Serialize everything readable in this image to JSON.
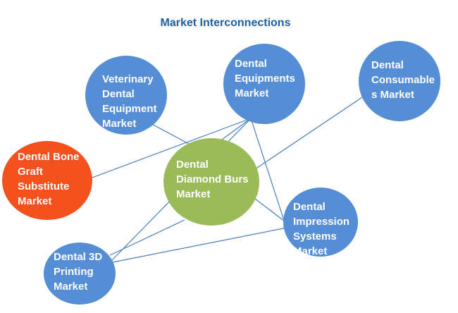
{
  "title": "Market Interconnections",
  "colors": {
    "title": "#1f5f9e",
    "blue_node": "#558ed5",
    "center_node": "#9bbb59",
    "orange_node": "#f4511e",
    "link": "#4a7ebf"
  },
  "nodes": {
    "veterinary": {
      "label": "Veterinary\nDental\nEquipment\nMarket"
    },
    "equipments": {
      "label": "Dental\nEquipments\nMarket"
    },
    "consumables": {
      "label": "Dental\nConsumable\ns Market"
    },
    "bone_graft": {
      "label": "Dental Bone\nGraft\nSubstitute\nMarket"
    },
    "diamond_burs": {
      "label": "Dental\nDiamond Burs\nMarket"
    },
    "impression": {
      "label": "Dental\nImpression\nSystems\nMarket"
    },
    "printing": {
      "label": "Dental 3D\nPrinting\nMarket"
    }
  },
  "links": [
    {
      "from": "veterinary",
      "to": "diamond_burs"
    },
    {
      "from": "equipments",
      "to": "bone_graft"
    },
    {
      "from": "equipments",
      "to": "diamond_burs"
    },
    {
      "from": "equipments",
      "to": "impression"
    },
    {
      "from": "equipments",
      "to": "printing"
    },
    {
      "from": "consumables",
      "to": "diamond_burs"
    },
    {
      "from": "diamond_burs",
      "to": "impression"
    },
    {
      "from": "diamond_burs",
      "to": "printing"
    },
    {
      "from": "impression",
      "to": "printing"
    }
  ]
}
